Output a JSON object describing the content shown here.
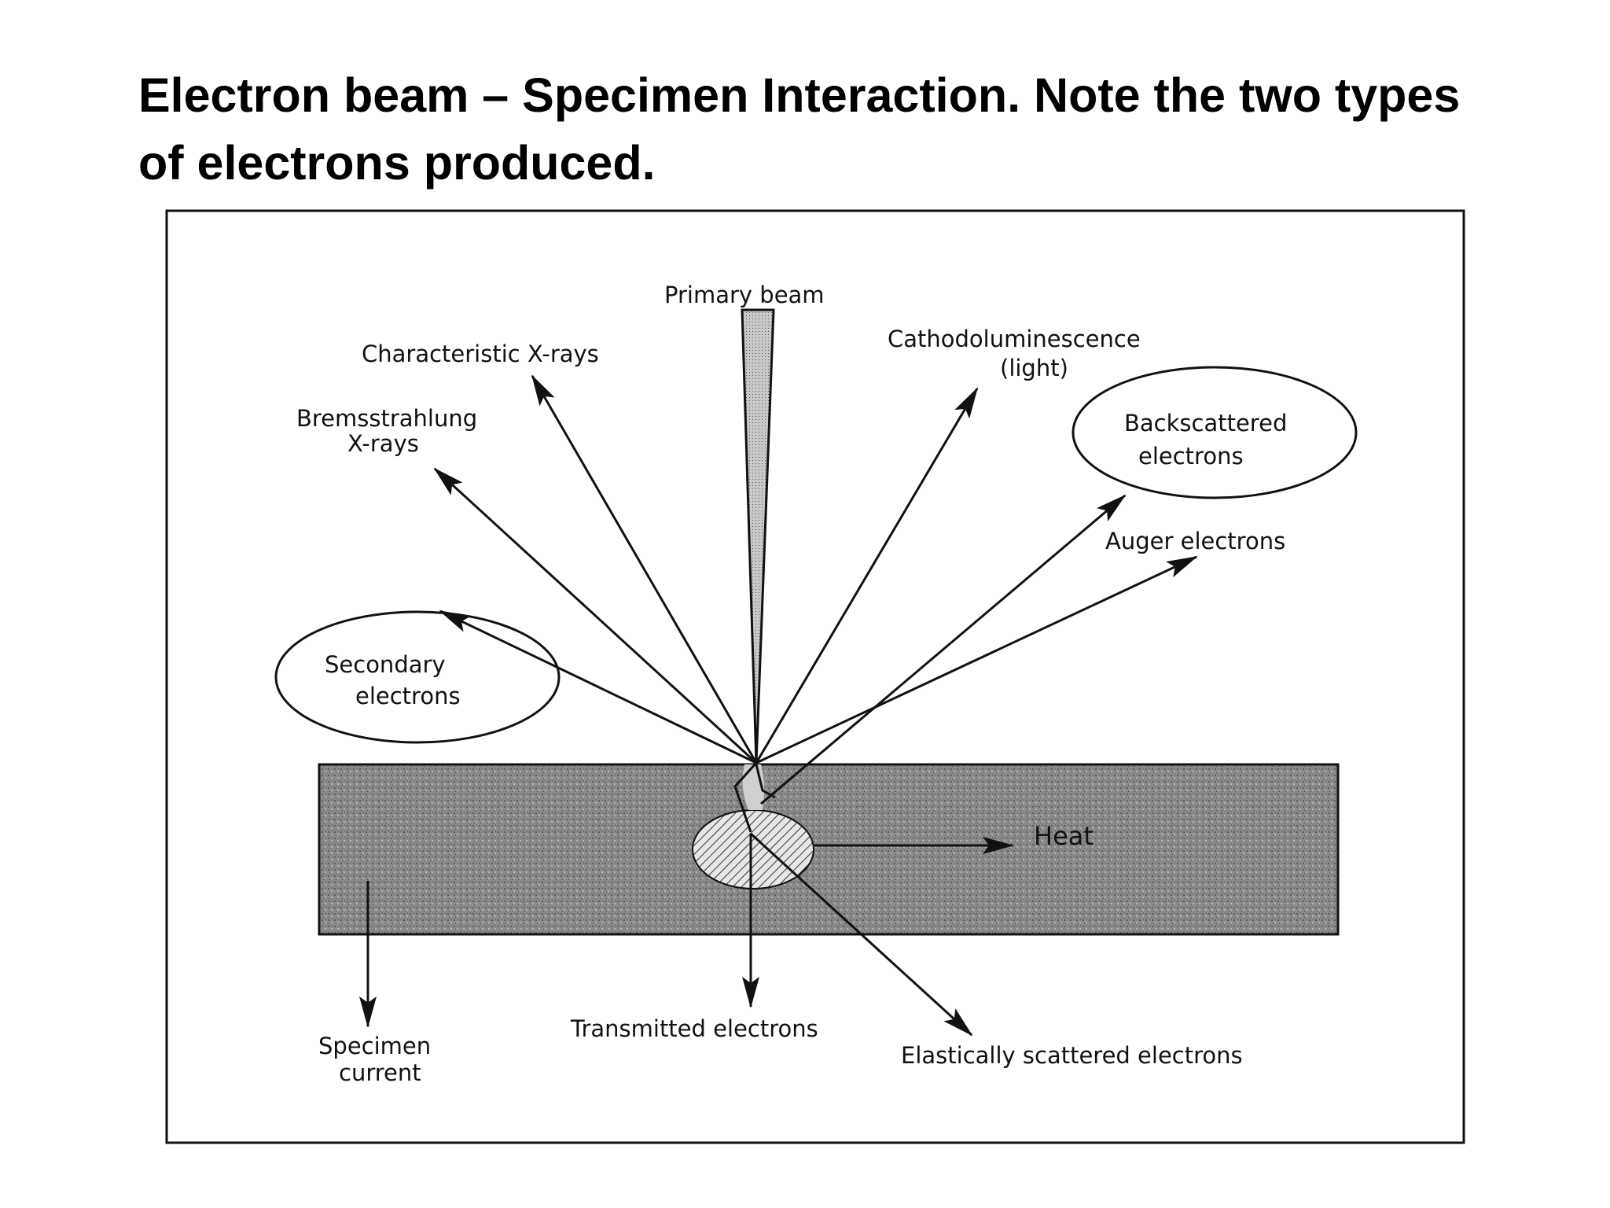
{
  "title": {
    "line1": "Electron beam – Specimen Interaction. Note the two types",
    "line2": "of electrons produced."
  },
  "labels": {
    "primary_beam": "Primary beam",
    "characteristic_xrays": "Characteristic X-rays",
    "cathodoluminescence_1": "Cathodoluminescence",
    "cathodoluminescence_2": "(light)",
    "bremsstrahlung_1": "Bremsstrahlung",
    "bremsstrahlung_2": "X-rays",
    "backscattered_1": "Backscattered",
    "backscattered_2": "electrons",
    "auger": "Auger electrons",
    "secondary_1": "Secondary",
    "secondary_2": "electrons",
    "heat": "Heat",
    "specimen_current_1": "Specimen",
    "specimen_current_2": "current",
    "transmitted": "Transmitted electrons",
    "elastically_scattered": "Elastically scattered electrons"
  },
  "colors": {
    "ink": "#111111",
    "specimen_fill": "#7d7d7d",
    "background": "#ffffff"
  }
}
